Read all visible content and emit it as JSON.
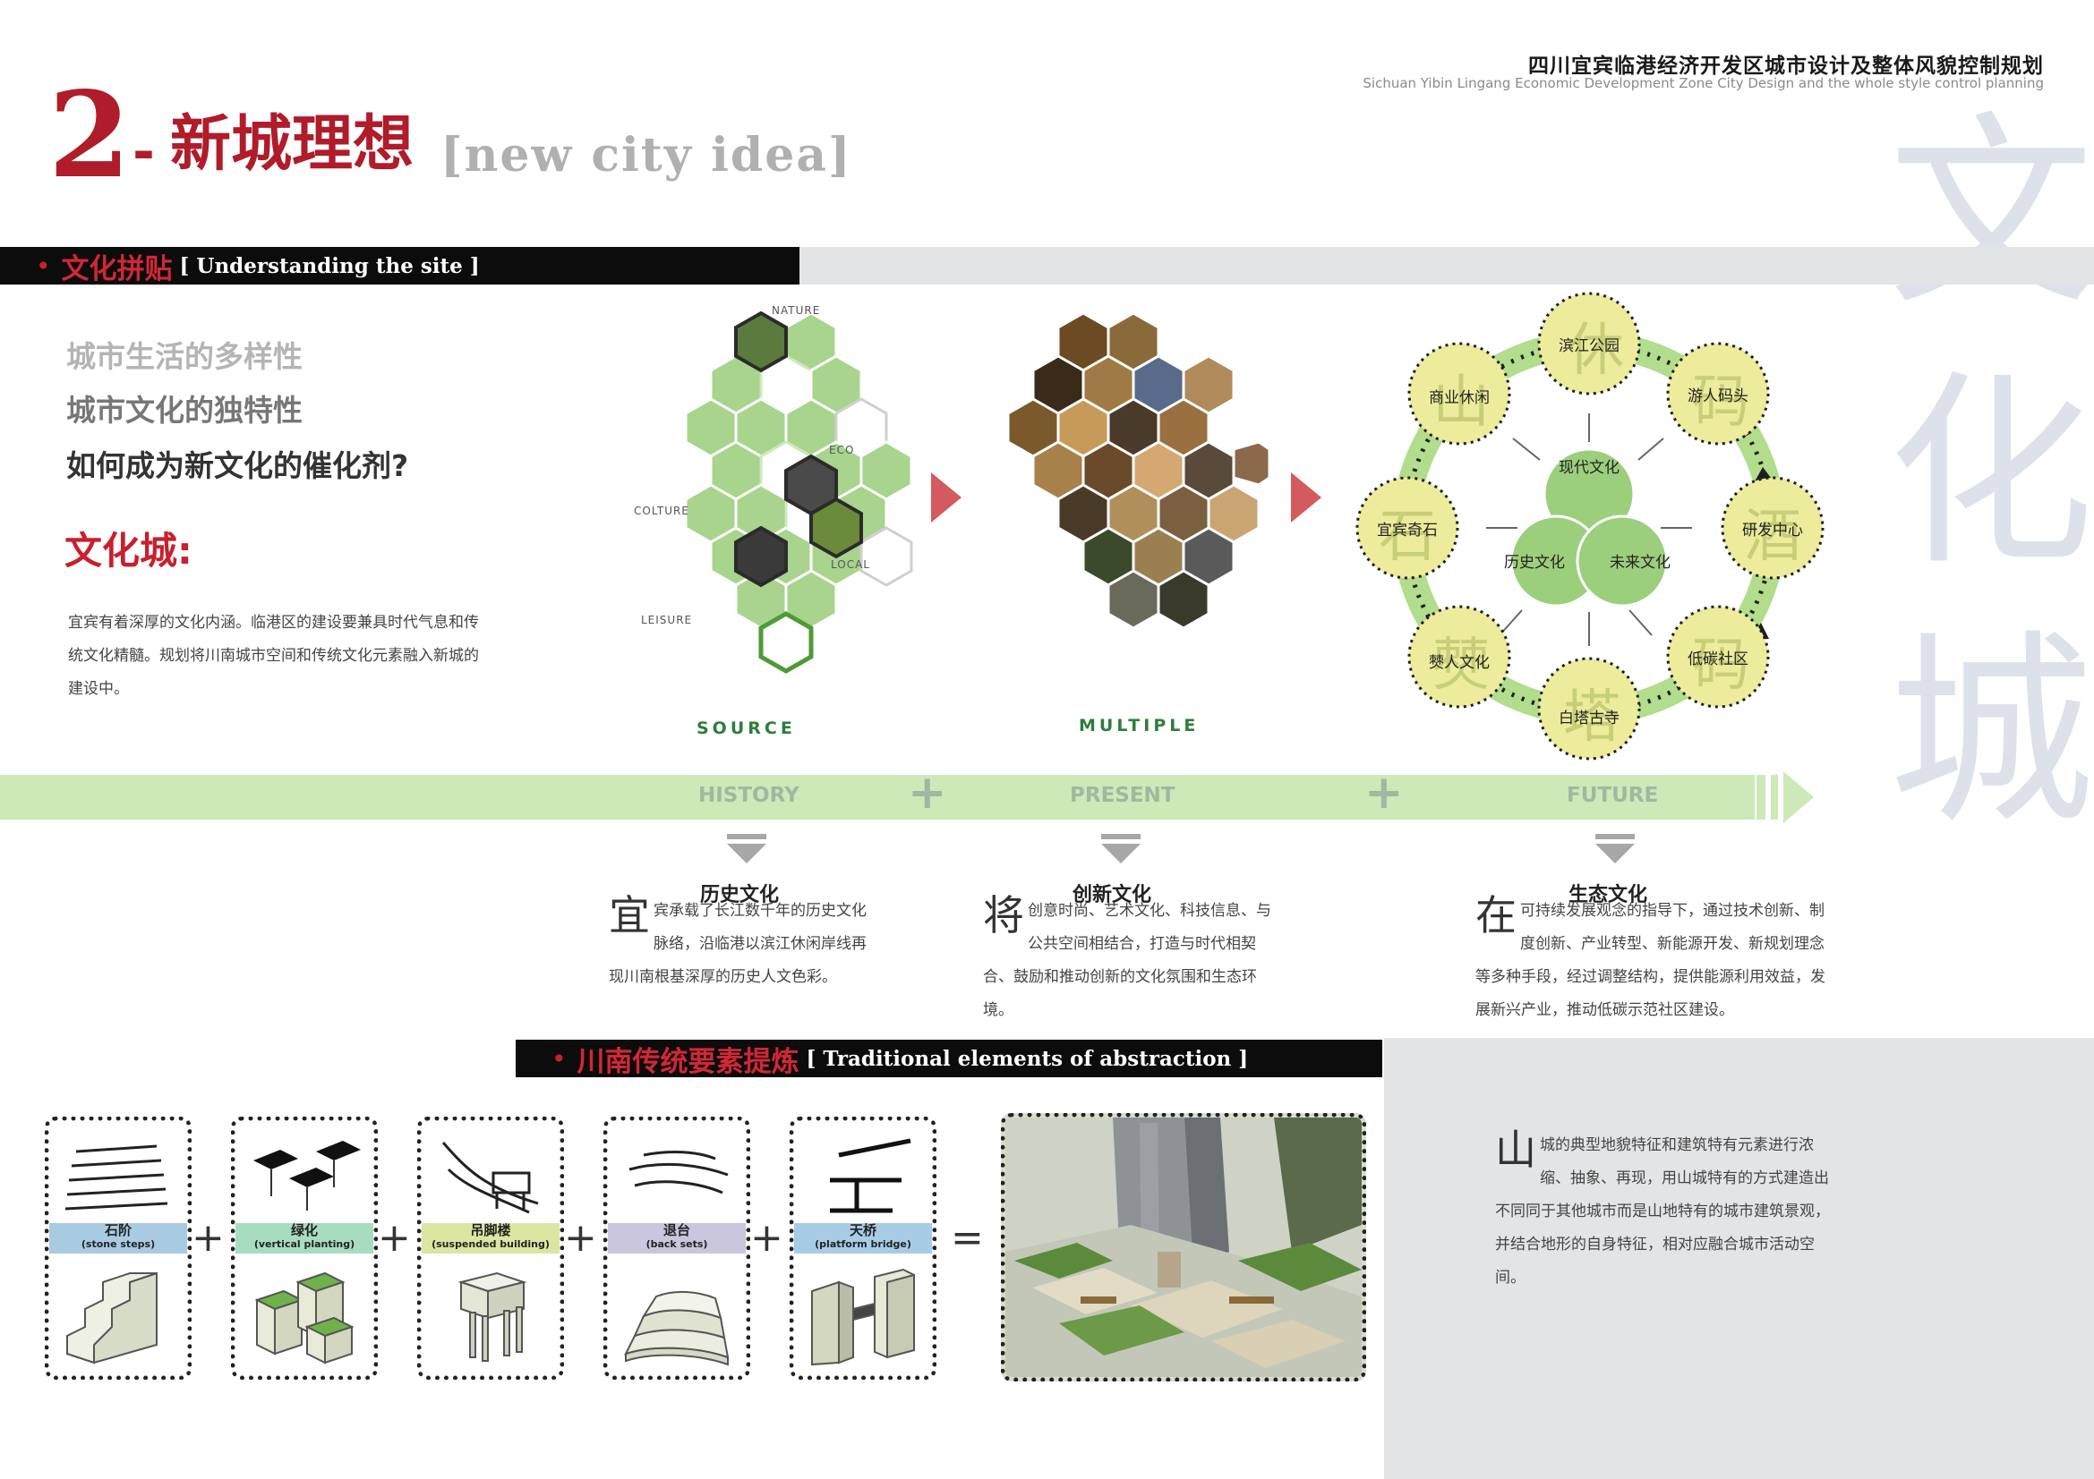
{
  "header": {
    "title_cn": "四川宜宾临港经济开发区城市设计及整体风貌控制规划",
    "title_en": "Sichuan Yibin Lingang Economic Development Zone City Design and the whole style control planning"
  },
  "page_title": {
    "number": "2",
    "dash": "-",
    "cn": "新城理想",
    "en": "[new city idea]"
  },
  "watermark": [
    "文",
    "化",
    "城"
  ],
  "section1": {
    "bullet": "•",
    "cn": "文化拼贴",
    "en": "[ Understanding the site ]"
  },
  "questions": [
    "城市生活的多样性",
    "城市文化的独特性",
    "如何成为新文化的催化剂?"
  ],
  "culture_city": {
    "title": "文化城:",
    "text": "宜宾有着深厚的文化内涵。临港区的建设要兼具时代气息和传统文化精髓。规划将川南城市空间和传统文化元素融入新城的建设中。"
  },
  "hex_source": {
    "labels": [
      "NATURE",
      "ECO",
      "COLTURE",
      "LOCAL",
      "LEISURE"
    ],
    "caption": "SOURCE"
  },
  "hex_multiple": {
    "caption": "MULTIPLE"
  },
  "circle": {
    "center": [
      "现代文化",
      "历史文化",
      "未来文化"
    ],
    "nodes": [
      "滨江公园",
      "游人码头",
      "研发中心",
      "低碳社区",
      "白塔古寺",
      "僰人文化",
      "宜宾奇石",
      "商业休闲"
    ],
    "node_bg_chars": [
      "休",
      "码",
      "酒",
      "码",
      "塔",
      "僰",
      "石",
      "山"
    ]
  },
  "timeline": {
    "labels": [
      "HISTORY",
      "PRESENT",
      "FUTURE"
    ],
    "plus": "+"
  },
  "columns": [
    {
      "head": "历史文化",
      "first": "宜",
      "text": "宾承载了长江数千年的历史文化脉络，沿临港以滨江休闲岸线再现川南根基深厚的历史人文色彩。"
    },
    {
      "head": "创新文化",
      "first": "将",
      "text": "创意时尚、艺术文化、科技信息、与公共空间相结合，打造与时代相契合、鼓励和推动创新的文化氛围和生态环境。"
    },
    {
      "head": "生态文化",
      "first": "在",
      "text": "可持续发展观念的指导下，通过技术创新、制度创新、产业转型、新能源开发、新规划理念等多种手段，经过调整结构，提供能源利用效益，发展新兴产业，推动低碳示范社区建设。"
    }
  ],
  "section2": {
    "bullet": "•",
    "cn": "川南传统要素提炼",
    "en": "[ Traditional elements of abstraction ]"
  },
  "elements": [
    {
      "cn": "石阶",
      "en": "(stone steps)",
      "color": "#a9cbe2"
    },
    {
      "cn": "绿化",
      "en": "(vertical planting)",
      "color": "#a8dcc1"
    },
    {
      "cn": "吊脚楼",
      "en": "(suspended building)",
      "color": "#dce5a2"
    },
    {
      "cn": "退台",
      "en": "(back sets)",
      "color": "#c9c6dd"
    },
    {
      "cn": "天桥",
      "en": "(platform bridge)",
      "color": "#a8cce6"
    }
  ],
  "ops": {
    "plus": "+",
    "equals": "="
  },
  "mountain": {
    "first": "山",
    "text": "城的典型地貌特征和建筑特有元素进行浓缩、抽象、再现，用山城特有的方式建造出不同同于其他城市而是山地特有的城市建筑景观，并结合地形的自身特征，相对应融合城市活动空间。"
  },
  "colors": {
    "accent_red": "#c8202e",
    "green": "#9ccf7c",
    "yellow": "#ecec9c"
  }
}
